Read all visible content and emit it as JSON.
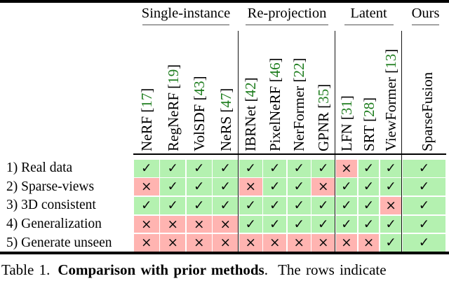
{
  "table": {
    "group_headers": [
      {
        "label": "Single-instance"
      },
      {
        "label": "Re-projection"
      },
      {
        "label": "Latent"
      },
      {
        "label": "Ours"
      }
    ],
    "columns": [
      {
        "name": "NeRF",
        "cite": "17"
      },
      {
        "name": "RegNeRF",
        "cite": "19"
      },
      {
        "name": "VolSDF",
        "cite": "43"
      },
      {
        "name": "NeRS",
        "cite": "47"
      },
      {
        "name": "IBRNet",
        "cite": "42"
      },
      {
        "name": "PixelNeRF",
        "cite": "46"
      },
      {
        "name": "NerFormer",
        "cite": "22"
      },
      {
        "name": "GPNR",
        "cite": "35"
      },
      {
        "name": "LFN",
        "cite": "31"
      },
      {
        "name": "SRT",
        "cite": "28"
      },
      {
        "name": "ViewFormer",
        "cite": "13"
      },
      {
        "name": "SparseFusion",
        "cite": ""
      }
    ],
    "rows": [
      {
        "label": "1) Real data",
        "cells": [
          "✓",
          "✓",
          "✓",
          "✓",
          "✓",
          "✓",
          "✓",
          "✓",
          "×",
          "✓",
          "✓",
          "✓"
        ]
      },
      {
        "label": "2) Sparse-views",
        "cells": [
          "×",
          "✓",
          "✓",
          "✓",
          "×",
          "✓",
          "✓",
          "×",
          "✓",
          "✓",
          "✓",
          "✓"
        ]
      },
      {
        "label": "3) 3D consistent",
        "cells": [
          "✓",
          "✓",
          "✓",
          "✓",
          "✓",
          "✓",
          "✓",
          "✓",
          "✓",
          "✓",
          "×",
          "✓"
        ]
      },
      {
        "label": "4) Generalization",
        "cells": [
          "×",
          "×",
          "×",
          "×",
          "✓",
          "✓",
          "✓",
          "✓",
          "✓",
          "✓",
          "✓",
          "✓"
        ]
      },
      {
        "label": "5) Generate unseen",
        "cells": [
          "×",
          "×",
          "×",
          "×",
          "×",
          "×",
          "×",
          "×",
          "×",
          "×",
          "✓",
          "✓"
        ]
      }
    ],
    "marks": {
      "check": "✓",
      "cross": "×"
    },
    "colors": {
      "check_bg": "#b4f1b0",
      "cross_bg": "#ffb4b1",
      "cite_green": "#1e7d1e"
    }
  },
  "caption": {
    "prefix": "Table 1.",
    "bold": "Comparison with prior methods",
    "rest": ".  The rows indicate"
  }
}
